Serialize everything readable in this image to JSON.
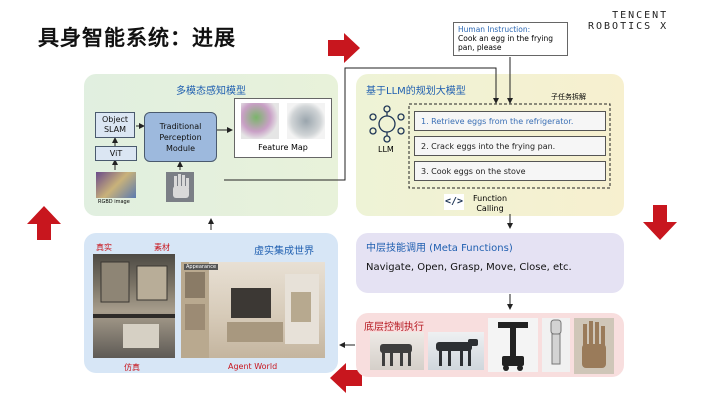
{
  "slide": {
    "title": "具身智能系统：进展"
  },
  "logo": {
    "line1": "TENCENT",
    "line2": "ROBOTICS X"
  },
  "instruction": {
    "label": "Human Instruction:",
    "text": "Cook an egg in the frying pan, please"
  },
  "perception": {
    "title": "多模态感知模型",
    "object_slam": "Object SLAM",
    "vit": "ViT",
    "traditional": "Traditional Perception Module",
    "feature_map": "Feature Map",
    "rgbd_label": "RGBD image"
  },
  "planning": {
    "title": "基于LLM的规划大模型",
    "subtask_label": "子任务拆解",
    "llm_label": "LLM",
    "tasks": [
      "1. Retrieve eggs from the refrigerator.",
      "2. Crack eggs into the frying pan.",
      "3. Cook eggs on the stove"
    ],
    "function_calling": "Function Calling"
  },
  "meta": {
    "title": "中层技能调用 (Meta Functions)",
    "functions": "Navigate, Open, Grasp, Move, Close, etc."
  },
  "execution": {
    "title": "底层控制执行"
  },
  "sim": {
    "title": "虚实集成世界",
    "real": "真实",
    "material": "素材",
    "sim": "仿真",
    "agent_world": "Agent World",
    "appearance": "Appearance"
  },
  "colors": {
    "accent_blue": "#1f5fb0",
    "red": "#c8161e",
    "task1": "#3a6fb5"
  }
}
